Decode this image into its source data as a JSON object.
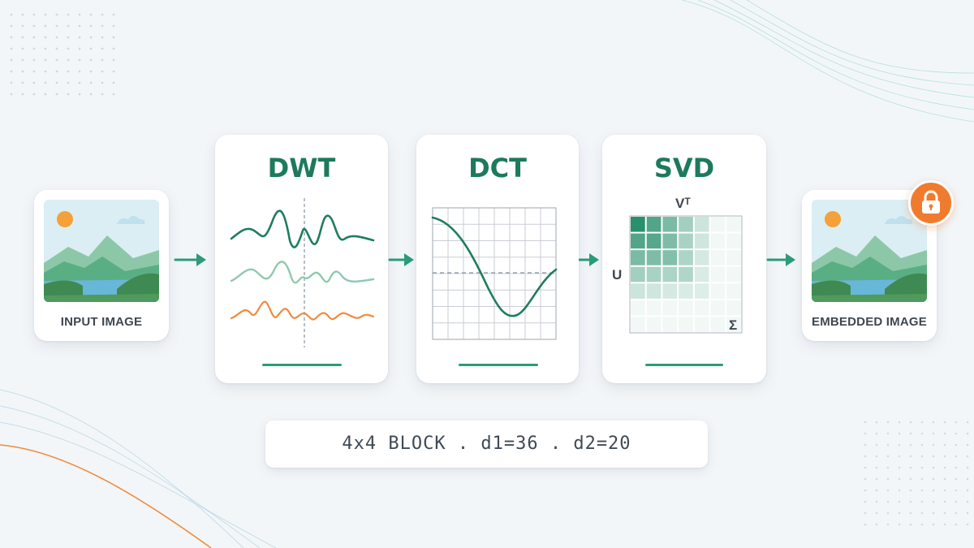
{
  "input": {
    "label": "INPUT IMAGE"
  },
  "stages": [
    {
      "title": "DWT"
    },
    {
      "title": "DCT"
    },
    {
      "title": "SVD",
      "u_label": "U",
      "vt_label": "Vᵀ",
      "sigma_label": "Σ"
    }
  ],
  "output": {
    "label": "EMBEDDED IMAGE",
    "badge_icon": "lock-icon"
  },
  "params": {
    "text": "4x4 BLOCK . d1=36 . d2=20"
  },
  "colors": {
    "accent": "#2a9d78",
    "title_green": "#1d7a5c",
    "wave_light": "#8ec9b0",
    "wave_orange": "#f08a3c",
    "lock_orange": "#f07b2e",
    "background": "#f3f6f9"
  }
}
